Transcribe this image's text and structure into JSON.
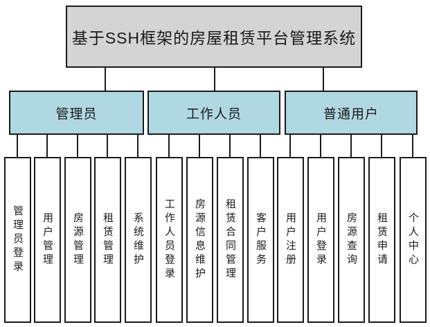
{
  "diagram": {
    "root": {
      "label": "基于SSH框架的房屋租赁平台管理系统"
    },
    "groups": [
      {
        "label": "管理员",
        "leaves": [
          "管理员登录",
          "用户管理",
          "房源管理",
          "租赁管理",
          "系统维护"
        ]
      },
      {
        "label": "工作人员",
        "leaves": [
          "工作人员登录",
          "房源信息维护",
          "租赁合同管理",
          "客户服务"
        ]
      },
      {
        "label": "普通用户",
        "leaves": [
          "用户注册",
          "用户登录",
          "房源查询",
          "租赁申请",
          "个人中心"
        ]
      }
    ],
    "colors": {
      "root_fill": "#d4d4d4",
      "group_fill": "#afd8e2",
      "leaf_fill": "#ffffff",
      "border": "#1a1a1a",
      "background": "#ffffff"
    }
  }
}
